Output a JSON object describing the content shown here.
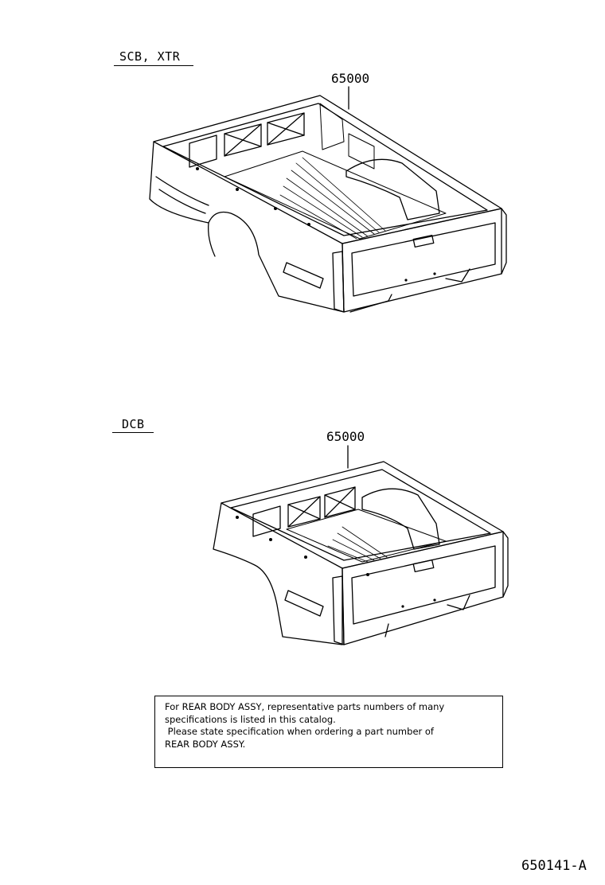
{
  "sections": [
    {
      "variant_label": "SCB, XTR",
      "part_number": "65000"
    },
    {
      "variant_label": "DCB",
      "part_number": "65000"
    }
  ],
  "note": {
    "lines": [
      "For REAR BODY ASSY, representative parts numbers of many",
      "specifications is listed in this catalog.",
      " Please state specification when ordering a part number of",
      "REAR BODY ASSY."
    ]
  },
  "figure_number": "650141-A"
}
